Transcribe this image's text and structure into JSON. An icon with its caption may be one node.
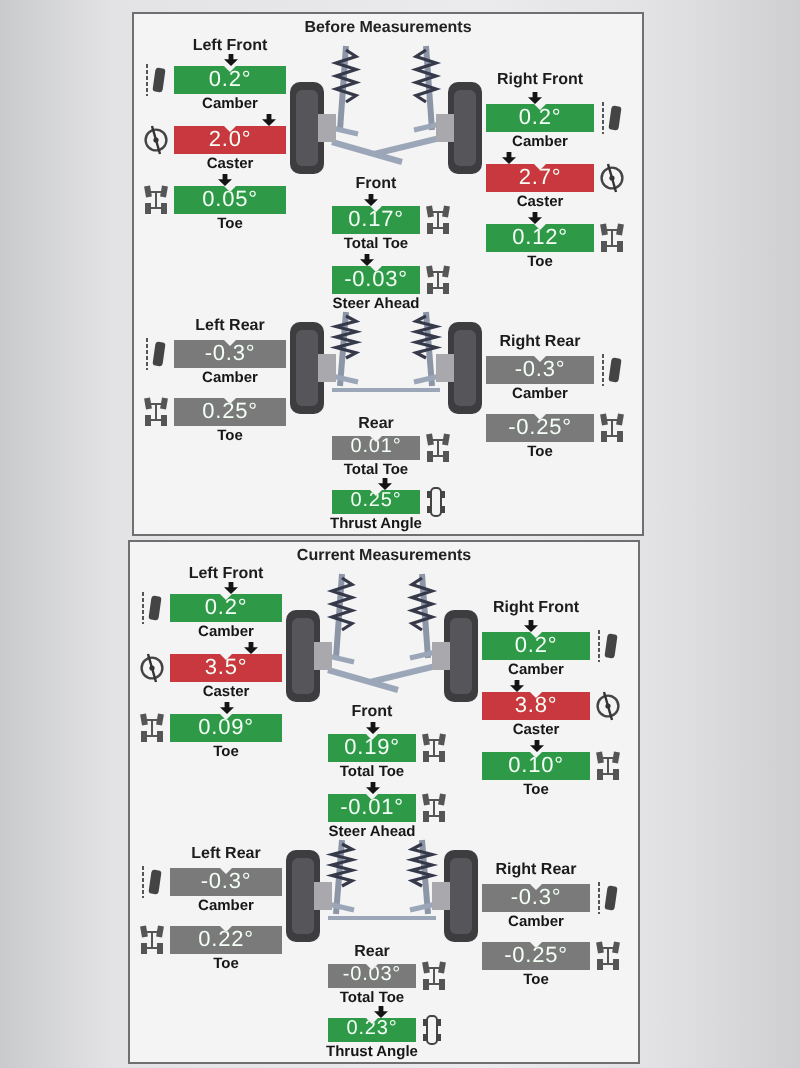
{
  "diagram": {
    "nodes": [
      {
        "text": [
          "Before Measurements"
        ]
      },
      {
        "text": [
          "0.2°"
        ],
        "beside": [
          "Camber"
        ],
        "in": 0
      },
      {
        "text": [
          "2.0°"
        ],
        "beside": [
          "Caster"
        ],
        "in": 0
      },
      {
        "text": [
          "0.05°"
        ],
        "beside": [
          "Toe"
        ],
        "in": 0
      },
      {
        "text": [
          "0.2°"
        ],
        "beside": [
          "Camber"
        ],
        "in": 0
      },
      {
        "text": [
          "2.7°"
        ],
        "beside": [
          "Caster"
        ],
        "in": 0
      },
      {
        "text": [
          "0.12°"
        ],
        "beside": [
          "Toe"
        ],
        "in": 0
      },
      {
        "text": [
          "0.17°"
        ],
        "beside": [
          "Total Toe"
        ],
        "in": 0
      },
      {
        "text": [
          "-0.03°"
        ],
        "beside": [
          "Steer Ahead"
        ],
        "in": 0
      },
      {
        "text": [
          "-0.3°"
        ],
        "beside": [
          "Camber"
        ],
        "in": 0
      },
      {
        "text": [
          "0.25°"
        ],
        "beside": [
          "Toe"
        ],
        "in": 0
      },
      {
        "text": [
          "-0.3°"
        ],
        "beside": [
          "Camber"
        ],
        "in": 0
      },
      {
        "text": [
          "-0.25°"
        ],
        "beside": [
          "Toe"
        ],
        "in": 0
      },
      {
        "text": [
          "0.01°"
        ],
        "beside": [
          "Total Toe"
        ],
        "in": 0
      },
      {
        "text": [
          "0.25°"
        ],
        "beside": [
          "Thrust Angle"
        ],
        "in": 0
      },
      {
        "text": [
          "Current Measurements"
        ]
      },
      {
        "text": [
          "0.2°"
        ],
        "beside": [
          "Camber"
        ],
        "in": 15
      },
      {
        "text": [
          "3.5°"
        ],
        "beside": [
          "Caster"
        ],
        "in": 15
      },
      {
        "text": [
          "0.09°"
        ],
        "beside": [
          "Toe"
        ],
        "in": 15
      },
      {
        "text": [
          "0.2°"
        ],
        "beside": [
          "Camber"
        ],
        "in": 15
      },
      {
        "text": [
          "3.8°"
        ],
        "beside": [
          "Caster"
        ],
        "in": 15
      },
      {
        "text": [
          "0.10°"
        ],
        "beside": [
          "Toe"
        ],
        "in": 15
      },
      {
        "text": [
          "0.19°"
        ],
        "beside": [
          "Total Toe"
        ],
        "in": 15
      },
      {
        "text": [
          "-0.01°"
        ],
        "beside": [
          "Steer Ahead"
        ],
        "in": 15
      },
      {
        "text": [
          "-0.3°"
        ],
        "beside": [
          "Camber"
        ],
        "in": 15
      },
      {
        "text": [
          "0.22°"
        ],
        "beside": [
          "Toe"
        ],
        "in": 15
      },
      {
        "text": [
          "-0.3°"
        ],
        "beside": [
          "Camber"
        ],
        "in": 15
      },
      {
        "text": [
          "-0.25°"
        ],
        "beside": [
          "Toe"
        ],
        "in": 15
      },
      {
        "text": [
          "-0.03°"
        ],
        "beside": [
          "Total Toe"
        ],
        "in": 15
      },
      {
        "text": [
          "0.23°"
        ],
        "beside": [
          "Thrust Angle"
        ],
        "in": 15
      }
    ],
    "labels": [
      "Left Front",
      "Right Front",
      "Front",
      "Left Rear",
      "Right Rear",
      "Rear",
      "Left Front",
      "Right Front",
      "Front",
      "Left Rear",
      "Right Rear",
      "Rear"
    ]
  }
}
